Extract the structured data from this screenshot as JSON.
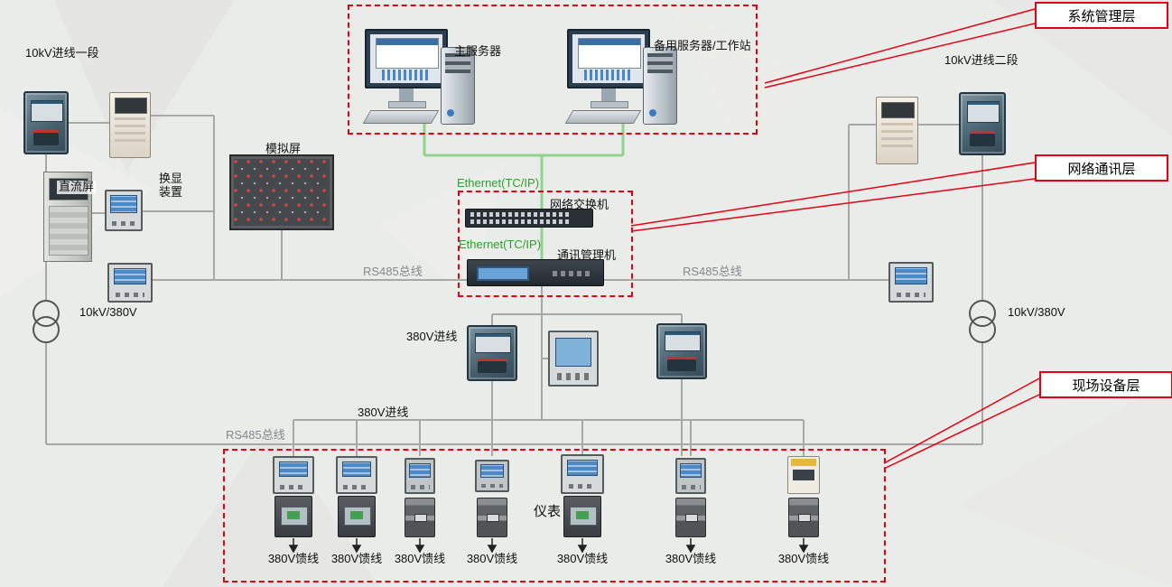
{
  "layers": {
    "system": "系统管理层",
    "network": "网络通讯层",
    "field": "现场设备层"
  },
  "servers": {
    "main": "主服务器",
    "backup": "备用服务器/工作站"
  },
  "network": {
    "ethernet_upper": "Ethernet(TC/IP)",
    "ethernet_lower": "Ethernet(TC/IP)",
    "switch_label": "网络交换机",
    "gateway_label": "通讯管理机"
  },
  "buses": {
    "rs485_left": "RS485总线",
    "rs485_right": "RS485总线",
    "rs485_field": "RS485总线"
  },
  "power": {
    "incoming_left": "10kV进线一段",
    "incoming_right": "10kV进线二段",
    "transformer_left": "10kV/380V",
    "transformer_right": "10kV/380V",
    "lv_incoming_upper": "380V进线",
    "lv_incoming_lower": "380V进线"
  },
  "station_devices": {
    "dc_panel": "直流屏",
    "display_unit": "换显装置",
    "mimic_panel": "模拟屏"
  },
  "field_devices": {
    "meter_group": "仪表",
    "feeders": [
      "380V馈线",
      "380V馈线",
      "380V馈线",
      "380V馈线",
      "380V馈线",
      "380V馈线",
      "380V馈线"
    ]
  },
  "colors": {
    "callout_red": "#e60012",
    "ethernet_green": "#8fd38f",
    "bus_gray": "#a8a8a8",
    "label_green": "#2f9e2f",
    "label_gray": "#85898d"
  }
}
